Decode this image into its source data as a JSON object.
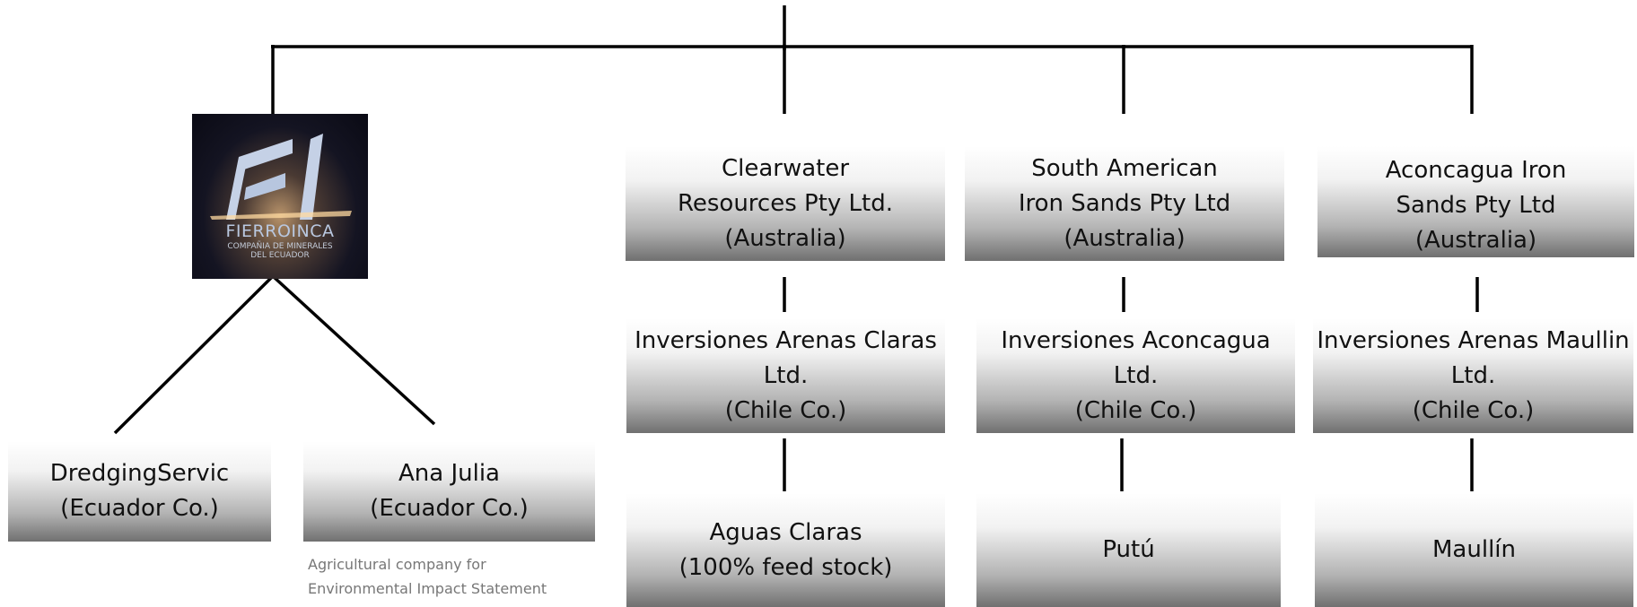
{
  "logo": {
    "name": "FIERROINCA",
    "subtitle_line1": "COMPAÑIA DE MINERALES",
    "subtitle_line2": "DEL ECUADOR"
  },
  "boxes": {
    "dredging": {
      "line1": "DredgingServic",
      "line2": "(Ecuador Co.)"
    },
    "ana_julia": {
      "line1": "Ana Julia",
      "line2": "(Ecuador Co.)"
    },
    "clearwater": {
      "line1": "Clearwater",
      "line2": "Resources Pty Ltd.",
      "line3": "(Australia)"
    },
    "south_american": {
      "line1": "South American",
      "line2": "Iron Sands Pty Ltd",
      "line3": "(Australia)"
    },
    "aconcagua_iron": {
      "line1": "Aconcagua Iron",
      "line2": "Sands Pty Ltd",
      "line3": "(Australia)"
    },
    "arenas_claras": {
      "line1": "Inversiones Arenas Claras",
      "line2": "Ltd.",
      "line3": "(Chile Co.)"
    },
    "inv_aconcagua": {
      "line1": "Inversiones Aconcagua",
      "line2": "Ltd.",
      "line3": "(Chile Co.)"
    },
    "arenas_maullin": {
      "line1": "Inversiones Arenas Maullin",
      "line2": "Ltd.",
      "line3": "(Chile Co.)"
    },
    "aguas_claras": {
      "line1": "Aguas Claras",
      "line2": "(100% feed stock)"
    },
    "putu": {
      "line1": "Putú"
    },
    "maullin": {
      "line1": "Maullín"
    }
  },
  "note": {
    "line1": "Agricultural company for",
    "line2": "Environmental Impact Statement"
  }
}
